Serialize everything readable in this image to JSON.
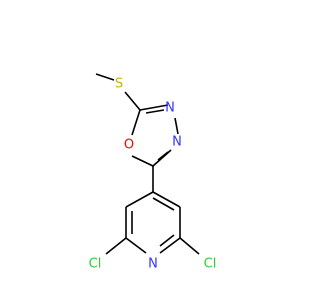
{
  "molecule": {
    "atoms": {
      "s": {
        "label": "S",
        "color": "#c8b400"
      },
      "o": {
        "label": "O",
        "color": "#ff0000"
      },
      "n3": {
        "label": "N",
        "color": "#3333ff"
      },
      "n4": {
        "label": "N",
        "color": "#3333ff"
      },
      "n_py": {
        "label": "N",
        "color": "#3333ff"
      },
      "cl1": {
        "label": "Cl",
        "color": "#33cc33"
      },
      "cl2": {
        "label": "Cl",
        "color": "#33cc33"
      }
    }
  }
}
